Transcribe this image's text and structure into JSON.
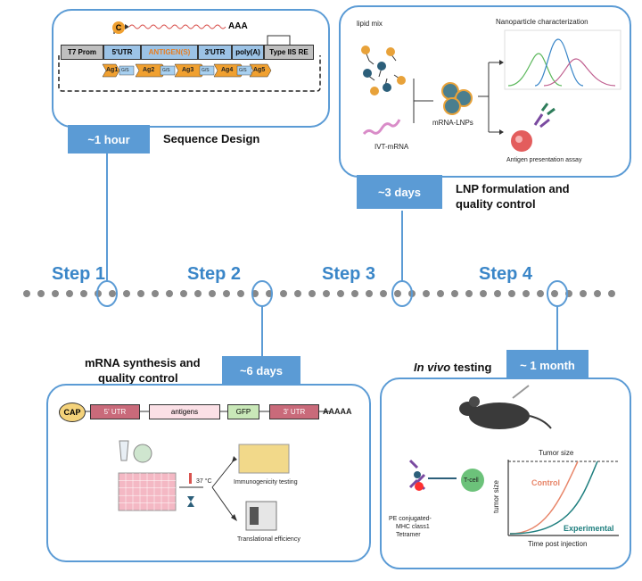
{
  "steps": [
    {
      "label": "Step 1"
    },
    {
      "label": "Step 2"
    },
    {
      "label": "Step 3"
    },
    {
      "label": "Step 4"
    }
  ],
  "durations": {
    "d1": "~1 hour",
    "d2": "~6 days",
    "d3": "~3 days",
    "d4": "~ 1 month"
  },
  "titles": {
    "seq": "Sequence Design",
    "lnp1": "LNP formulation and",
    "lnp2": "quality control",
    "mrna1": "mRNA synthesis and",
    "mrna2": "quality control",
    "invivo_italic": "In vivo",
    "invivo_rest": " testing"
  },
  "seq_panel": {
    "cap": "C",
    "polyA": "AAA",
    "t7": "T7 Prom",
    "utr5": "5'UTR",
    "antigens": "ANTIGEN(S)",
    "utr3": "3'UTR",
    "polyA_seg": "poly(A)",
    "type2": "Type IIS RE",
    "ags": [
      "Ag1",
      "Ag2",
      "Ag3",
      "Ag4",
      "Ag5"
    ],
    "linker": "G/S"
  },
  "lnp_panel": {
    "lipid": "lipid mix",
    "ivt": "IVT-mRNA",
    "mrnalnp": "mRNA-LNPs",
    "nano": "Nanoparticle characterization",
    "antigen": "Antigen presentation assay"
  },
  "mrna_panel": {
    "cap": "CAP",
    "utr5": "5' UTR",
    "antigens": "antigens",
    "gfp": "GFP",
    "utr3": "3' UTR",
    "polyA": "AAAAA",
    "temp": "37 °C",
    "immuno": "Immunogenicity testing",
    "transl": "Translational efficiency"
  },
  "invivo_panel": {
    "tumor": "Tumor size",
    "yaxis": "tumor size",
    "control": "Control",
    "experimental": "Experimental",
    "xaxis": "Time post injection",
    "pe1": "PE conjugated-",
    "pe2": "MHC class1",
    "pe3": "Tetramer",
    "tcell": "T-cell"
  },
  "colors": {
    "accent": "#5b9bd5",
    "step": "#3a86c8",
    "control": "#e8866a",
    "experimental": "#1f7f7f"
  }
}
